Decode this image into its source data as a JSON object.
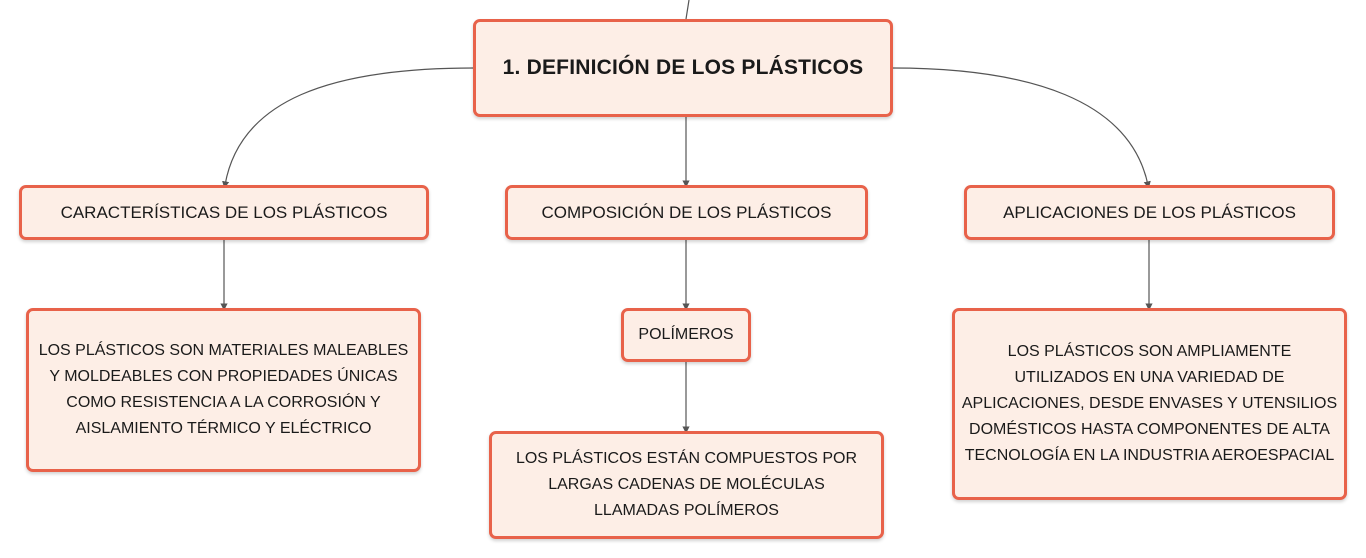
{
  "colors": {
    "node_fill": "#fdeee6",
    "node_border": "#e8624a",
    "connector": "#555555"
  },
  "root": {
    "label": "1. DEFINICIÓN DE LOS PLÁSTICOS"
  },
  "branches": {
    "characteristics": {
      "label": "CARACTERÍSTICAS DE LOS PLÁSTICOS",
      "detail": "LOS PLÁSTICOS SON MATERIALES MALEABLES Y MOLDEABLES CON PROPIEDADES ÚNICAS COMO RESISTENCIA A LA CORROSIÓN Y AISLAMIENTO TÉRMICO Y ELÉCTRICO"
    },
    "composition": {
      "label": "COMPOSICIÓN DE LOS PLÁSTICOS",
      "sub": "POLÍMEROS",
      "detail": "LOS PLÁSTICOS ESTÁN COMPUESTOS POR LARGAS CADENAS DE MOLÉCULAS LLAMADAS POLÍMEROS"
    },
    "applications": {
      "label": "APLICACIONES DE LOS PLÁSTICOS",
      "detail": "LOS PLÁSTICOS SON AMPLIAMENTE UTILIZADOS EN UNA VARIEDAD DE APLICACIONES, DESDE ENVASES Y UTENSILIOS DOMÉSTICOS HASTA COMPONENTES DE ALTA TECNOLOGÍA EN LA INDUSTRIA AEROESPACIAL"
    }
  }
}
